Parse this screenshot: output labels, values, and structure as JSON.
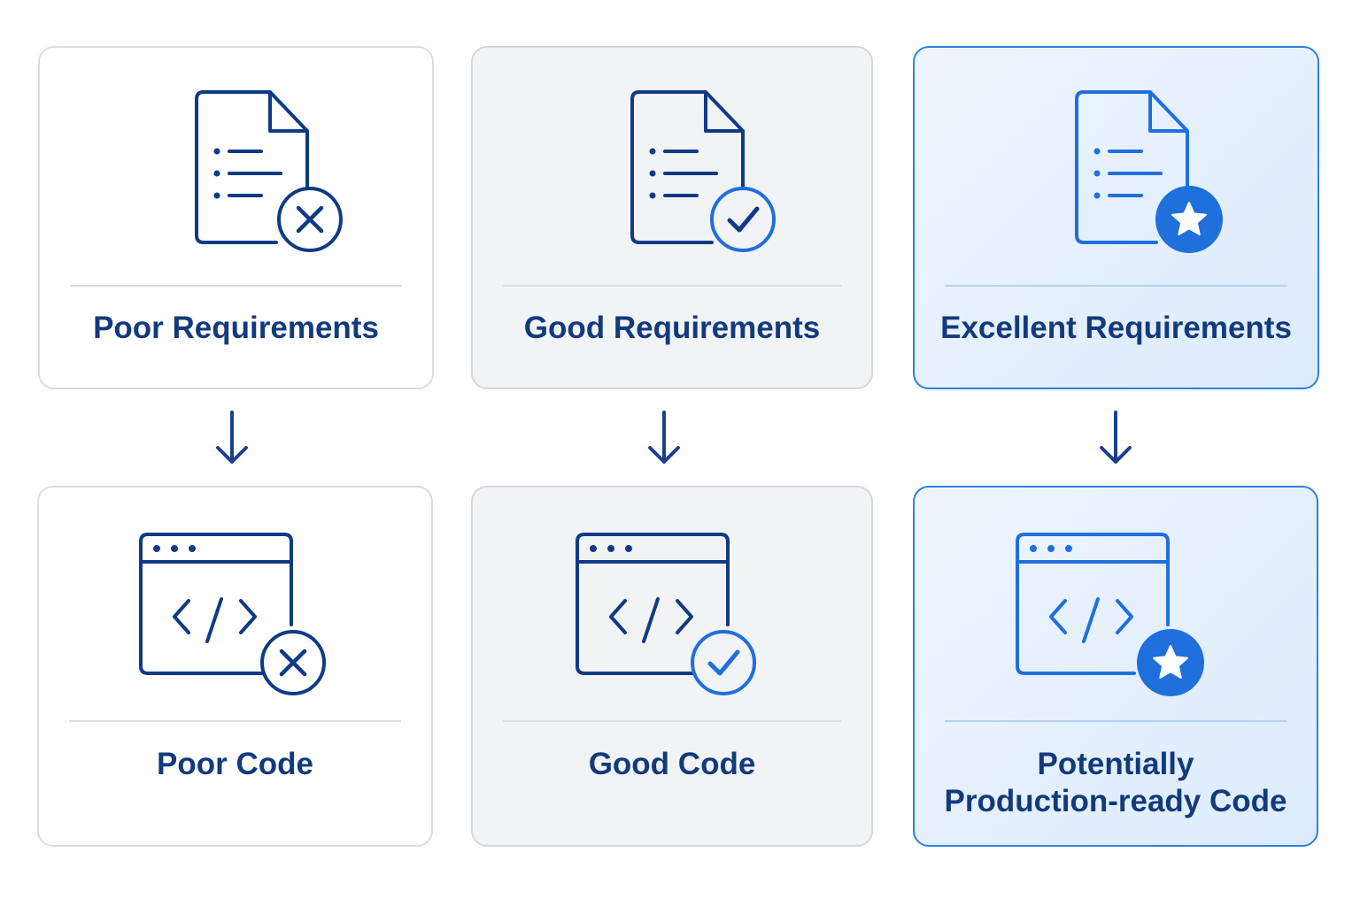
{
  "columns": [
    {
      "requirements_label": "Poor Requirements",
      "code_label": "Poor Code",
      "badge": "x-badge"
    },
    {
      "requirements_label": "Good Requirements",
      "code_label": "Good Code",
      "badge": "check-badge"
    },
    {
      "requirements_label": "Excellent Requirements",
      "code_label_line1": "Potentially",
      "code_label_line2": "Production-ready Code",
      "badge": "star-badge"
    }
  ],
  "icons": {
    "requirements": "document-list-icon",
    "code": "code-window-icon",
    "arrow": "arrow-down-icon"
  },
  "colors": {
    "navy": "#123a7c",
    "icon_dark": "#103a85",
    "icon_blue": "#1f6fdc",
    "excellent_border": "#2f7fe0",
    "excellent_fill": "#e3effd",
    "good_fill": "#f2f3f5"
  }
}
